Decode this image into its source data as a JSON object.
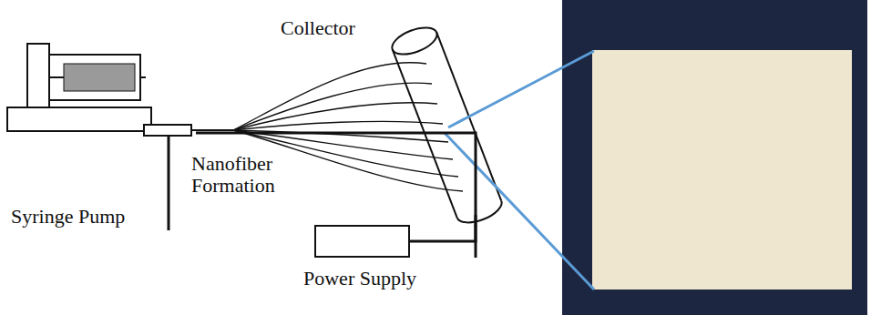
{
  "diagram": {
    "nodes": [
      {
        "text": [
          "Syringe Pump"
        ]
      },
      {
        "text": [
          "Collector"
        ]
      },
      {
        "text": [
          "Power Supply"
        ]
      }
    ],
    "edges": [
      {
        "from": 0,
        "to": 2,
        "arrow": "none"
      },
      {
        "from": 2,
        "to": 1,
        "arrow": "none"
      }
    ],
    "labels": [
      "Nanofiber Formation"
    ]
  }
}
